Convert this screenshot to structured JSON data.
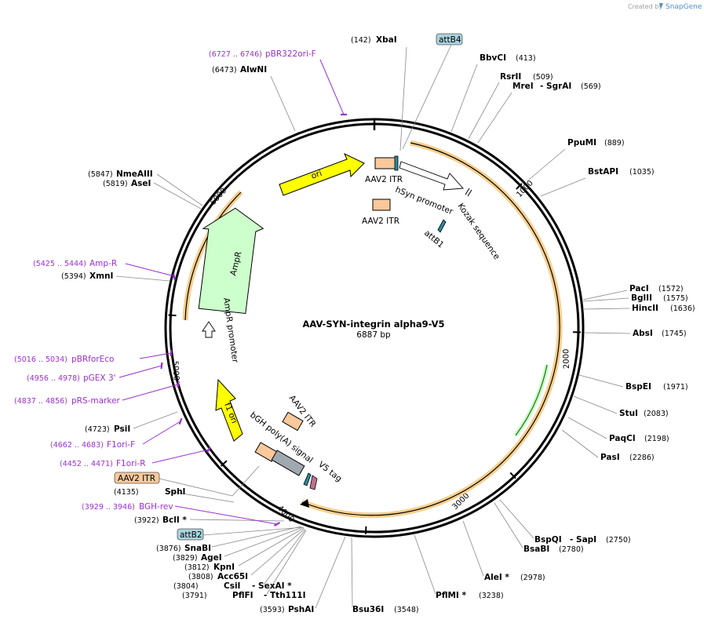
{
  "credit": {
    "prefix": "Created by",
    "brand": "SnapGene"
  },
  "plasmid": {
    "name": "AAV-SYN-integrin alpha9-V5",
    "size": "6887 bp"
  },
  "ticks": [
    "1000",
    "2000",
    "3000",
    "4000",
    "5000",
    "6000"
  ],
  "sites": [
    {
      "name": "XbaI",
      "pos": "(142)"
    },
    {
      "name": "BbvCI",
      "pos": "(413)"
    },
    {
      "name": "RsrII",
      "pos": "(509)"
    },
    {
      "name": "MreI",
      "extra": "- SgrAI",
      "pos": "(569)"
    },
    {
      "name": "PpuMI",
      "pos": "(889)"
    },
    {
      "name": "BstAPI",
      "pos": "(1035)"
    },
    {
      "name": "PacI",
      "pos": "(1572)"
    },
    {
      "name": "BglII",
      "pos": "(1575)"
    },
    {
      "name": "HincII",
      "pos": "(1636)"
    },
    {
      "name": "AbsI",
      "pos": "(1745)"
    },
    {
      "name": "BspEI",
      "pos": "(1971)"
    },
    {
      "name": "StuI",
      "pos": "(2083)"
    },
    {
      "name": "PaqCI",
      "pos": "(2198)"
    },
    {
      "name": "PasI",
      "pos": "(2286)"
    },
    {
      "name": "BspQI",
      "extra": "- SapI",
      "pos": "(2750)"
    },
    {
      "name": "BsaBI",
      "pos": "(2780)"
    },
    {
      "name": "AleI *",
      "pos": "(2978)"
    },
    {
      "name": "PflMI *",
      "pos": "(3238)"
    },
    {
      "name": "Bsu36I",
      "pos": "(3548)"
    },
    {
      "name": "PshAI",
      "pos": "(3593)"
    },
    {
      "name": "PflFI",
      "extra": "- Tth111I",
      "pos": "(3791)"
    },
    {
      "name": "CsiI",
      "extra": "- SexAI *",
      "pos": "(3804)"
    },
    {
      "name": "Acc65I",
      "pos": "(3808)"
    },
    {
      "name": "KpnI",
      "pos": "(3812)"
    },
    {
      "name": "AgeI",
      "pos": "(3829)"
    },
    {
      "name": "SnaBI",
      "pos": "(3876)"
    },
    {
      "name": "BclI *",
      "pos": "(3922)"
    },
    {
      "name": "SphI",
      "pos": "(4135)"
    },
    {
      "name": "PsiI",
      "pos": "(4723)"
    },
    {
      "name": "XmnI",
      "pos": "(5394)"
    },
    {
      "name": "AseI",
      "pos": "(5819)"
    },
    {
      "name": "NmeAIII",
      "pos": "(5847)"
    },
    {
      "name": "AlwNI",
      "pos": "(6473)"
    }
  ],
  "primers": [
    {
      "name": "pBR322ori-F",
      "pos": "(6727 .. 6746)"
    },
    {
      "name": "Amp-R",
      "pos": "(5425 .. 5444)"
    },
    {
      "name": "pBRforEco",
      "pos": "(5016 .. 5034)"
    },
    {
      "name": "pGEX 3'",
      "pos": "(4956 .. 4978)"
    },
    {
      "name": "pRS-marker",
      "pos": "(4837 .. 4856)"
    },
    {
      "name": "F1ori-F",
      "pos": "(4662 .. 4683)"
    },
    {
      "name": "F1ori-R",
      "pos": "(4452 .. 4471)"
    },
    {
      "name": "BGH-rev",
      "pos": "(3929 .. 3946)"
    }
  ],
  "boxes": {
    "attB4": "attB4",
    "attB2": "attB2",
    "aav2_itr": "AAV2 ITR"
  },
  "features": {
    "ori": "ori",
    "aav2_itr_top": "AAV2 ITR",
    "hsyn": "hSyn promoter",
    "kozak": "Kozak sequence",
    "aav2_itr_inner": "AAV2 ITR",
    "attb1": "attB1",
    "ampr": "AmpR",
    "ampr_promoter": "AmpR promoter",
    "f1ori": "f1 ori",
    "bgh": "bGH poly(A) signal",
    "aav2_itr_low": "AAV2 ITR",
    "v5": "V5 tag"
  },
  "colors": {
    "backbone": "#000000",
    "ori": "#ffff00",
    "ampr": "#ccffcc",
    "itr": "#f9c89b",
    "bgh": "#a0a8b0",
    "v5": "#c07090",
    "att": "#2a8a9a",
    "orf_highlight": "#f7c77a",
    "primer": "#9b30d0",
    "tag_box_blue": "#a9d3df",
    "tag_box_orange": "#f9c89b"
  }
}
